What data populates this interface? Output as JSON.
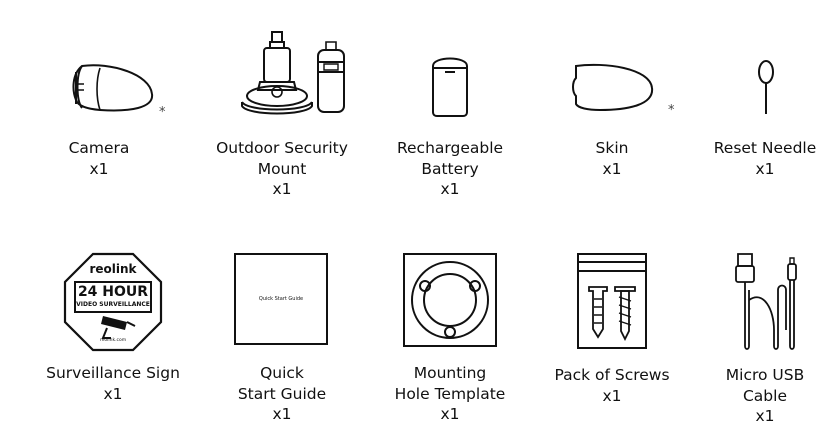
{
  "items": [
    {
      "name_lines": [
        "Camera"
      ],
      "qty": "x1",
      "asterisk": "*"
    },
    {
      "name_lines": [
        "Outdoor Security",
        "Mount"
      ],
      "qty": "x1"
    },
    {
      "name_lines": [
        "Rechargeable",
        "Battery"
      ],
      "qty": "x1"
    },
    {
      "name_lines": [
        "Skin"
      ],
      "qty": "x1",
      "asterisk": "*"
    },
    {
      "name_lines": [
        "Reset Needle"
      ],
      "qty": "x1"
    },
    {
      "name_lines": [
        "Surveillance Sign"
      ],
      "qty": "x1"
    },
    {
      "name_lines": [
        "Quick",
        "Start Guide"
      ],
      "qty": "x1"
    },
    {
      "name_lines": [
        "Mounting",
        "Hole Template"
      ],
      "qty": "x1"
    },
    {
      "name_lines": [
        "Pack of Screws"
      ],
      "qty": "x1"
    },
    {
      "name_lines": [
        "Micro USB",
        "Cable"
      ],
      "qty": "x1"
    }
  ],
  "sign": {
    "brand": "reolink",
    "line1": "24 HOUR",
    "line2": "VIDEO SURVEILLANCE",
    "url": "reolink.com"
  },
  "guide": {
    "cover_text": "Quick Start Guide"
  },
  "stroke_color": "#111111"
}
